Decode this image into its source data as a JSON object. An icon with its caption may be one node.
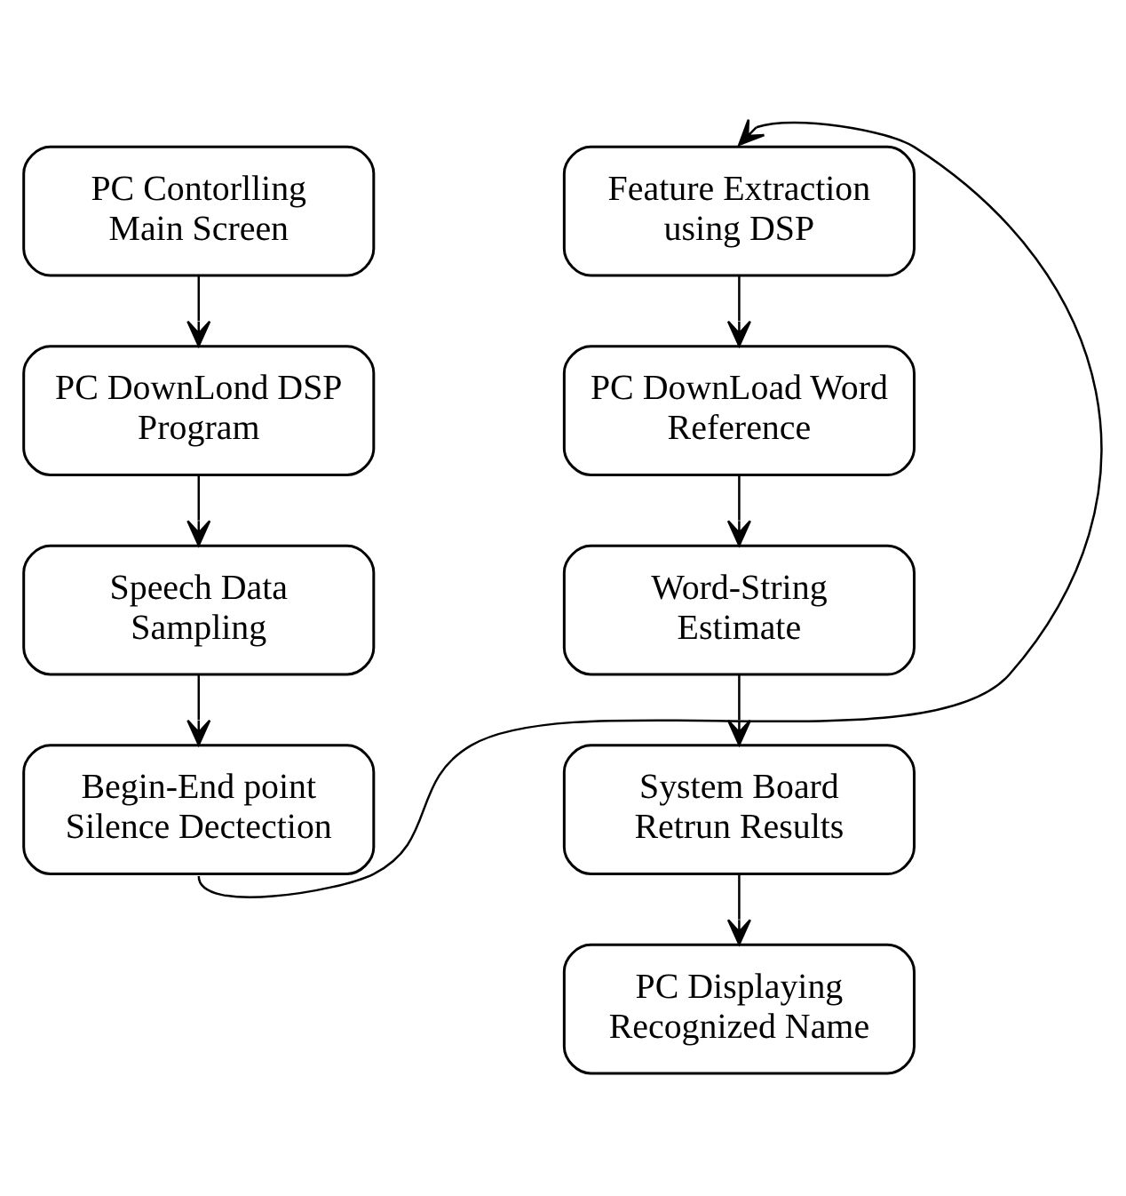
{
  "diagram": {
    "nodes": [
      {
        "text": [
          "PC Contorlling Main Screen"
        ]
      },
      {
        "text": [
          "PC DownLond DSP Program"
        ]
      },
      {
        "text": [
          "Speech Data Sampling"
        ]
      },
      {
        "text": [
          "Begin-End point Silence Dectection"
        ]
      },
      {
        "text": [
          "Feature Extraction using DSP"
        ]
      },
      {
        "text": [
          "PC DownLoad Word Reference"
        ]
      },
      {
        "text": [
          "Word-String Estimate"
        ]
      },
      {
        "text": [
          "System Board Retrun Results"
        ]
      },
      {
        "text": [
          "PC Displaying Recognized Name"
        ]
      }
    ],
    "edges": [
      {
        "from": 0,
        "to": 1,
        "arrow": "to"
      },
      {
        "from": 1,
        "to": 2,
        "arrow": "to"
      },
      {
        "from": 2,
        "to": 3,
        "arrow": "to"
      },
      {
        "from": 3,
        "to": 4,
        "arrow": "to"
      },
      {
        "from": 4,
        "to": 5,
        "arrow": "to"
      },
      {
        "from": 5,
        "to": 6,
        "arrow": "to"
      },
      {
        "from": 6,
        "to": 7,
        "arrow": "to"
      },
      {
        "from": 7,
        "to": 8,
        "arrow": "to"
      }
    ]
  }
}
